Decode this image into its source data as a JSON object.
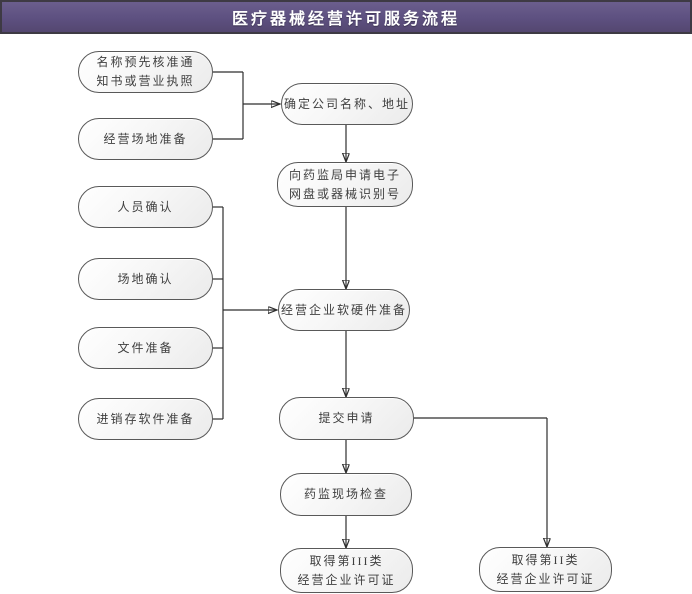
{
  "header": {
    "title": "医疗器械经营许可服务流程"
  },
  "colors": {
    "header_purple_top": "#6b5e8d",
    "header_purple_bottom": "#544770",
    "header_border": "#3e3a44",
    "header_title_text": "#ffffff",
    "node_border": "#595959",
    "node_fill_light": "#ffffff",
    "node_fill_dark": "#ebebeb",
    "node_text": "#3f3f3f",
    "connector": "#2e2e2e",
    "page_background": "#ffffff"
  },
  "flow": {
    "nodes": [
      {
        "id": "name-preapproval",
        "label": "名称预先核准通\n知书或营业执照"
      },
      {
        "id": "premises-prepare",
        "label": "经营场地准备"
      },
      {
        "id": "staff-confirm",
        "label": "人员确认"
      },
      {
        "id": "site-confirm",
        "label": "场地确认"
      },
      {
        "id": "document-prepare",
        "label": "文件准备"
      },
      {
        "id": "inventory-software-prepare",
        "label": "进销存软件准备"
      },
      {
        "id": "confirm-company-name",
        "label": "确定公司名称、地址"
      },
      {
        "id": "apply-device-id",
        "label": "向药监局申请电子\n网盘或器械识别号"
      },
      {
        "id": "enterprise-hw-sw-prepare",
        "label": "经营企业软硬件准备"
      },
      {
        "id": "submit-application",
        "label": "提交申请"
      },
      {
        "id": "onsite-inspection",
        "label": "药监现场检查"
      },
      {
        "id": "class3-license",
        "label": "取得第III类\n经营企业许可证"
      },
      {
        "id": "class2-license",
        "label": "取得第II类\n经营企业许可证"
      }
    ],
    "edges": [
      {
        "from": "name-preapproval",
        "to": "confirm-company-name"
      },
      {
        "from": "premises-prepare",
        "to": "confirm-company-name"
      },
      {
        "from": "confirm-company-name",
        "to": "apply-device-id"
      },
      {
        "from": "apply-device-id",
        "to": "enterprise-hw-sw-prepare"
      },
      {
        "from": "staff-confirm",
        "to": "enterprise-hw-sw-prepare"
      },
      {
        "from": "site-confirm",
        "to": "enterprise-hw-sw-prepare"
      },
      {
        "from": "document-prepare",
        "to": "enterprise-hw-sw-prepare"
      },
      {
        "from": "inventory-software-prepare",
        "to": "enterprise-hw-sw-prepare"
      },
      {
        "from": "enterprise-hw-sw-prepare",
        "to": "submit-application"
      },
      {
        "from": "submit-application",
        "to": "onsite-inspection"
      },
      {
        "from": "submit-application",
        "to": "class2-license"
      },
      {
        "from": "onsite-inspection",
        "to": "class3-license"
      }
    ]
  }
}
